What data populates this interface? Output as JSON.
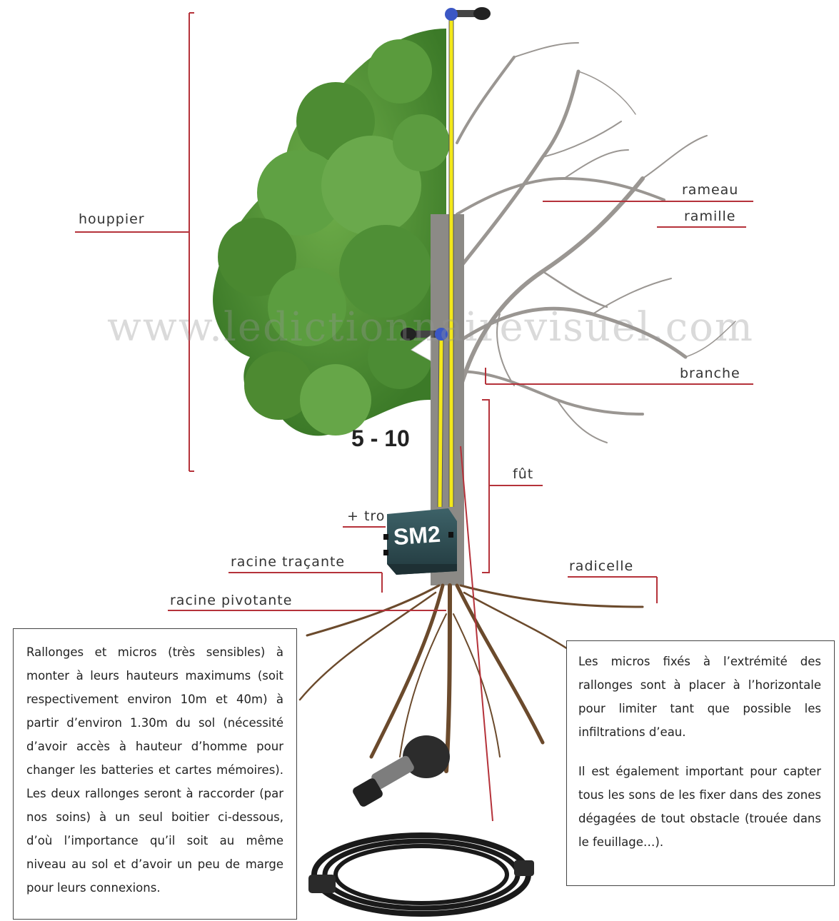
{
  "labels": {
    "houppier": "houppier",
    "rameau": "rameau",
    "ramille": "ramille",
    "branche": "branche",
    "fut": "fût",
    "tro": "+ tro",
    "racine_tracante": "racine traçante",
    "racine_pivotante": "racine pivotante",
    "radicelle": "radicelle"
  },
  "height_mark": "5 - 10",
  "device_label": "SM2",
  "watermark": "www.ledictionnairevisuel.com",
  "note_left": "Rallonges et micros (très sensibles) à monter à leurs hauteurs maximums (soit respectivement environ 10m et 40m) à partir d’environ 1.30m du sol (nécessité d’avoir accès à hauteur d’homme pour changer les batteries et cartes mémoires). Les deux rallonges seront à raccorder (par nos soins) à un seul boitier ci-dessous, d’où l’importance qu’il soit au même niveau au sol et d’avoir un peu de marge pour leurs connexions.",
  "note_right_1": "Les micros fixés à l’extrémité des rallonges sont à placer à l’horizontale pour limiter tant que possible les infiltrations d’eau.",
  "note_right_2": "Il est également important pour capter tous les sons de les fixer dans des zones dégagées de tout obstacle (trouée dans le feuillage…).",
  "colors": {
    "leader_line": "#b5323a",
    "cable": "#f3e81a",
    "foliage": "#4e8f34",
    "bare_branch": "#9a9692",
    "trunk": "#8c8a86",
    "root": "#6b4a2c",
    "device": "#2e4f55"
  }
}
